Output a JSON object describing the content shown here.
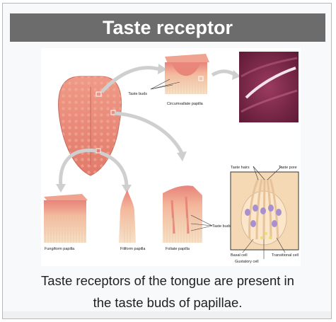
{
  "infobox": {
    "title": "Taste receptor",
    "caption_line1": "Taste receptors of the tongue are present in",
    "caption_line2": "the taste buds of papillae."
  },
  "figure": {
    "labels": {
      "taste_buds_top": "Taste buds",
      "circumvallate": "Circumvallate papilla",
      "fungiform": "Fungiform papilla",
      "filiform": "Filiform papilla",
      "foliate": "Foliate papilla",
      "taste_buds_foliate": "Taste buds",
      "taste_hairs": "Taste hairs",
      "taste_pore": "Taste pore",
      "basal_cell": "Basal cell",
      "gustatory_cell": "Gustatory cell",
      "transitional_cell": "Transitional cell"
    }
  },
  "colors": {
    "title_bar": "#6c6c6c",
    "tongue": "#e98a7b",
    "tissue_light": "#f4c9a8",
    "micrograph": "#7a2a4a"
  }
}
